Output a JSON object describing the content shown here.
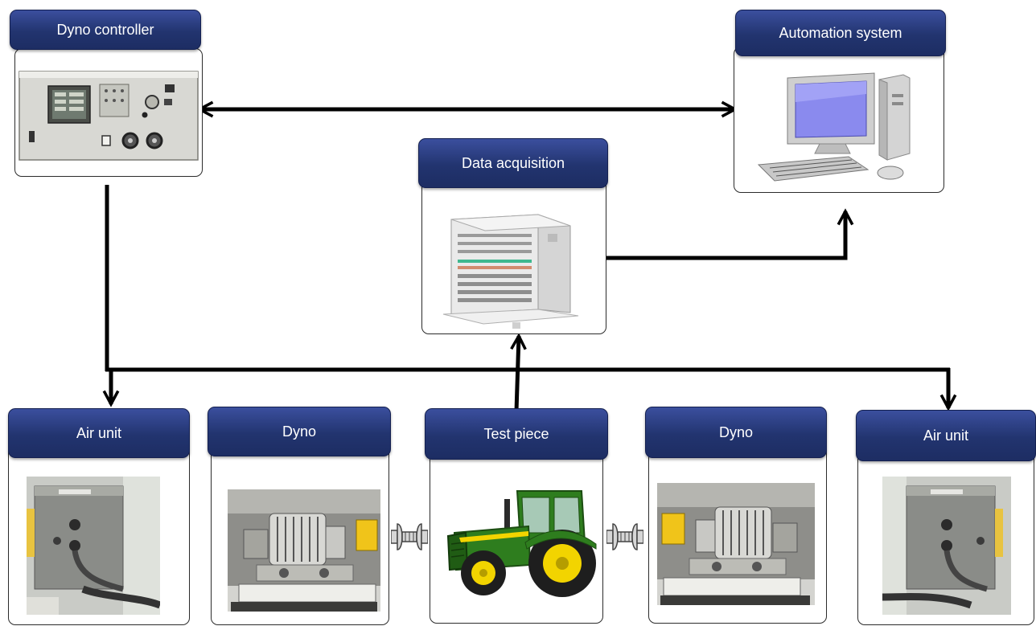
{
  "nodes": {
    "dyno_controller": {
      "title": "Dyno controller",
      "icon": "dyno-controller-device-icon"
    },
    "automation_system": {
      "title": "Automation system",
      "icon": "desktop-computer-icon"
    },
    "data_acquisition": {
      "title": "Data acquisition",
      "icon": "daq-rack-icon"
    },
    "air_unit_left": {
      "title": "Air unit",
      "icon": "air-unit-box-icon"
    },
    "dyno_left": {
      "title": "Dyno",
      "icon": "dynamometer-icon"
    },
    "test_piece": {
      "title": "Test piece",
      "icon": "tractor-icon"
    },
    "dyno_right": {
      "title": "Dyno",
      "icon": "dynamometer-icon"
    },
    "air_unit_right": {
      "title": "Air unit",
      "icon": "air-unit-box-icon"
    }
  },
  "connections": [
    {
      "from": "Dyno controller",
      "to": "Automation system",
      "direction": "bidirectional"
    },
    {
      "from": "Data acquisition",
      "to": "Automation system",
      "direction": "forward"
    },
    {
      "from": "Dyno controller",
      "to": "Air unit",
      "direction": "forward"
    },
    {
      "from": "Dyno controller",
      "to": "Air unit",
      "direction": "forward"
    },
    {
      "from": "Test piece",
      "to": "Data acquisition",
      "direction": "forward"
    },
    {
      "from": "Dyno",
      "to": "Test piece",
      "direction": "coupling"
    },
    {
      "from": "Test piece",
      "to": "Dyno",
      "direction": "coupling"
    }
  ],
  "colors": {
    "header_fill": "#22346f",
    "header_text": "#ffffff",
    "line": "#000000",
    "tractor_green": "#2e7d1e",
    "tractor_yellow": "#f2d400"
  }
}
